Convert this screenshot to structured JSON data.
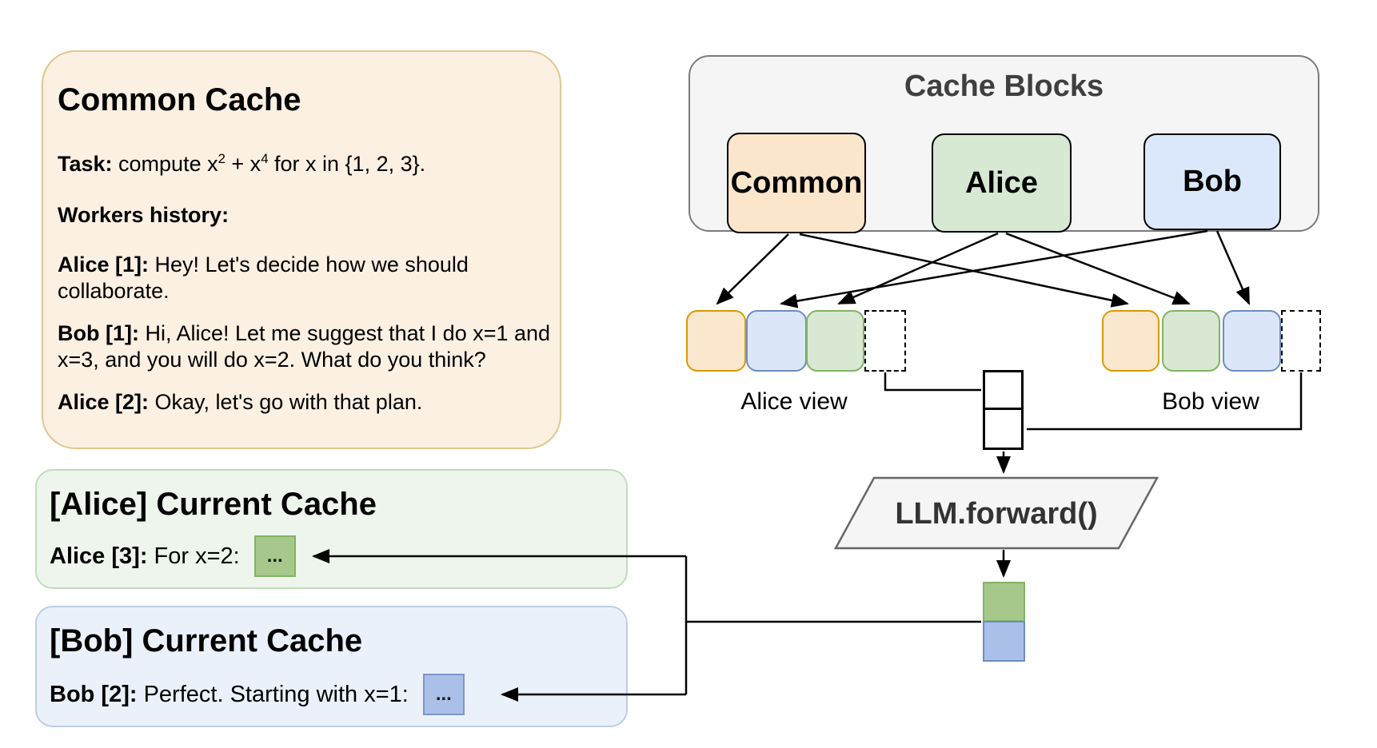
{
  "common_cache": {
    "title": "Common Cache",
    "task_label": "Task:",
    "task_pre": " compute x",
    "task_sup1": "2",
    "task_mid": " + x",
    "task_sup2": "4",
    "task_post": " for x in {1, 2, 3}.",
    "workers_label": "Workers history:",
    "messages": [
      {
        "speaker": "Alice [1]:",
        "text": " Hey! Let's decide how we should collaborate."
      },
      {
        "speaker": "Bob [1]:",
        "text": " Hi, Alice! Let me suggest that I do x=1 and x=3, and you will do x=2. What do you think?"
      },
      {
        "speaker": "Alice [2]:",
        "text": " Okay, let's go with that plan."
      }
    ]
  },
  "alice_cache": {
    "title": "[Alice] Current Cache",
    "speaker": "Alice [3]:",
    "text": " For x=2:",
    "token": "..."
  },
  "bob_cache": {
    "title": "[Bob] Current Cache",
    "speaker": "Bob [2]:",
    "text": " Perfect. Starting with x=1:",
    "token": "..."
  },
  "cache_blocks": {
    "title": "Cache Blocks",
    "blocks": [
      {
        "label": "Common"
      },
      {
        "label": "Alice"
      },
      {
        "label": "Bob"
      }
    ]
  },
  "views": {
    "alice_label": "Alice view",
    "bob_label": "Bob view",
    "alice_slots": [
      "common",
      "bob",
      "alice",
      "empty-next"
    ],
    "bob_slots": [
      "common",
      "alice",
      "bob",
      "empty-next"
    ]
  },
  "llm": {
    "label": "LLM.forward()"
  },
  "colors": {
    "common_block_fill": "#FBE6CB",
    "common_block_stroke": "#D79B00",
    "alice_block_fill": "#D7E8D3",
    "alice_block_stroke": "#82B366",
    "bob_block_fill": "#DBE8FB",
    "bob_block_stroke": "#6C8EBF",
    "token_green_fill": "#A6C98B",
    "token_blue_fill": "#ABC0E8",
    "panel_gray_fill": "#F5F5F5",
    "common_panel_fill": "#FBF0E2",
    "alice_panel_fill": "#EEF5ED",
    "bob_panel_fill": "#EBF1FA"
  }
}
